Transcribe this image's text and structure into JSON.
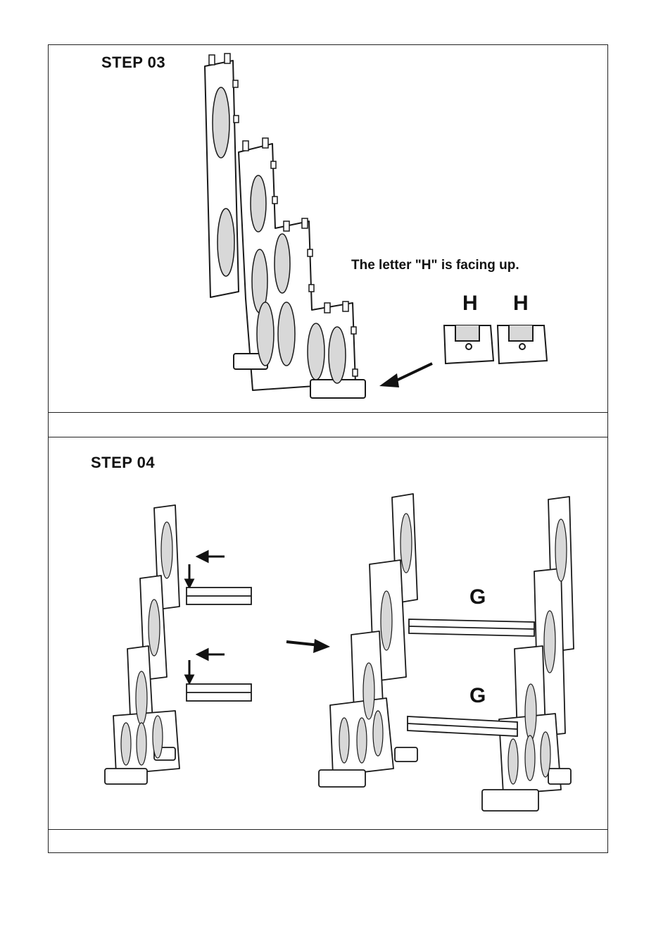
{
  "steps": [
    {
      "title": "STEP 03",
      "note": "The letter \"H\" is facing up.",
      "part_labels": [
        "H",
        "H"
      ]
    },
    {
      "title": "STEP 04",
      "part_labels": [
        "G",
        "G"
      ]
    }
  ],
  "colors": {
    "line": "#1a1a1a",
    "fill": "#ffffff",
    "shade": "#d8d8d8"
  }
}
